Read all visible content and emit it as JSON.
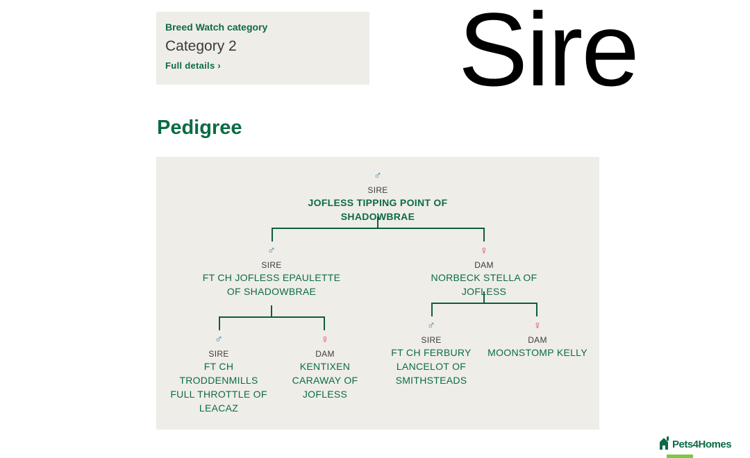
{
  "breed_watch": {
    "label": "Breed Watch category",
    "value": "Category 2",
    "link": "Full details ›"
  },
  "overlay_title": "Sire",
  "pedigree": {
    "heading": "Pedigree",
    "root": {
      "symbol": "♂",
      "role": "SIRE",
      "name": "JOFLESS TIPPING POINT OF SHADOWBRAE"
    },
    "sire": {
      "symbol": "♂",
      "role": "SIRE",
      "name": "FT CH JOFLESS EPAULETTE OF SHADOWBRAE"
    },
    "dam": {
      "symbol": "♀",
      "role": "DAM",
      "name": "NORBECK STELLA OF JOFLESS"
    },
    "sire_sire": {
      "symbol": "♂",
      "role": "SIRE",
      "name": "FT CH TRODDENMILLS FULL THROTTLE OF LEACAZ"
    },
    "sire_dam": {
      "symbol": "♀",
      "role": "DAM",
      "name": "KENTIXEN CARAWAY OF JOFLESS"
    },
    "dam_sire": {
      "symbol": "♂",
      "role": "SIRE",
      "name": "FT CH FERBURY LANCELOT OF SMITHSTEADS"
    },
    "dam_dam": {
      "symbol": "♀",
      "role": "DAM",
      "name": "MOONSTOMP KELLY"
    }
  },
  "logo": {
    "text": "Pets4Homes",
    "icon": "house-icon"
  },
  "colors": {
    "brand_green": "#0b6b45",
    "male": "#2b8aa8",
    "female": "#d8386a",
    "panel": "#efede8",
    "logo_accent": "#7ac943"
  }
}
